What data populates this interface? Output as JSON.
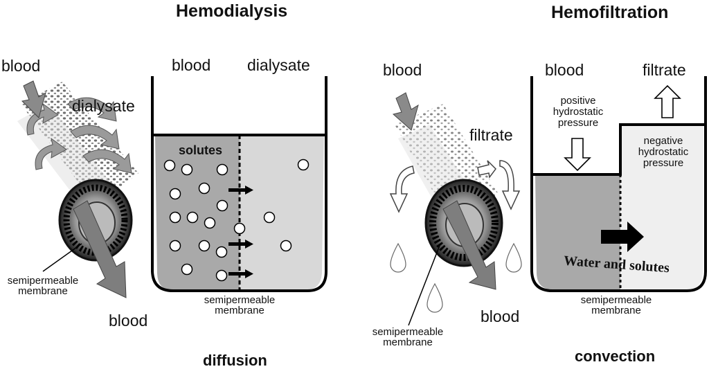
{
  "hemodialysis": {
    "title": "Hemodialysis",
    "blood_in": "blood",
    "dialysate_flow": "dialysate",
    "blood_out": "blood",
    "membrane_fiber": [
      "semipermeable",
      "membrane"
    ],
    "tank_left": "blood",
    "tank_right": "dialysate",
    "solutes": "solutes",
    "membrane_tank": [
      "semipermeable",
      "membrane"
    ],
    "mechanism": "diffusion"
  },
  "hemofiltration": {
    "title": "Hemofiltration",
    "blood_in": "blood",
    "filtrate_flow": "filtrate",
    "blood_out": "blood",
    "membrane_fiber": [
      "semipermeable",
      "membrane"
    ],
    "tank_left": "blood",
    "tank_right": "filtrate",
    "positive": [
      "positive",
      "hydrostatic",
      "pressure"
    ],
    "negative": [
      "negative",
      "hydrostatic",
      "pressure"
    ],
    "water_solutes": "Water and solutes",
    "membrane_tank": [
      "semipermeable",
      "membrane"
    ],
    "mechanism": "convection"
  },
  "colors": {
    "blood_fill": "#a9a9a9",
    "dialysate_fill": "#d8d8d8",
    "filtrate_fill": "#efefef",
    "arrow_gray": "#8a8a8a"
  }
}
